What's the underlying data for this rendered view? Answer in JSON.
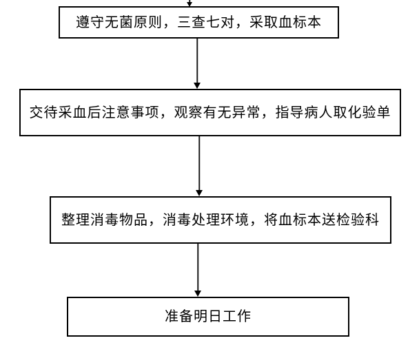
{
  "flowchart": {
    "colors": {
      "background": "#ffffff",
      "box_border": "#000000",
      "text": "#000000",
      "arrow": "#000000"
    },
    "steps": [
      {
        "label": "遵守无菌原则，三查七对，采取血标本"
      },
      {
        "label": "交待采血后注意事项，观察有无异常，指导病人取化验单"
      },
      {
        "label": "整理消毒物品，消毒处理环境，将血标本送检验科"
      },
      {
        "label": "准备明日工作"
      }
    ]
  }
}
